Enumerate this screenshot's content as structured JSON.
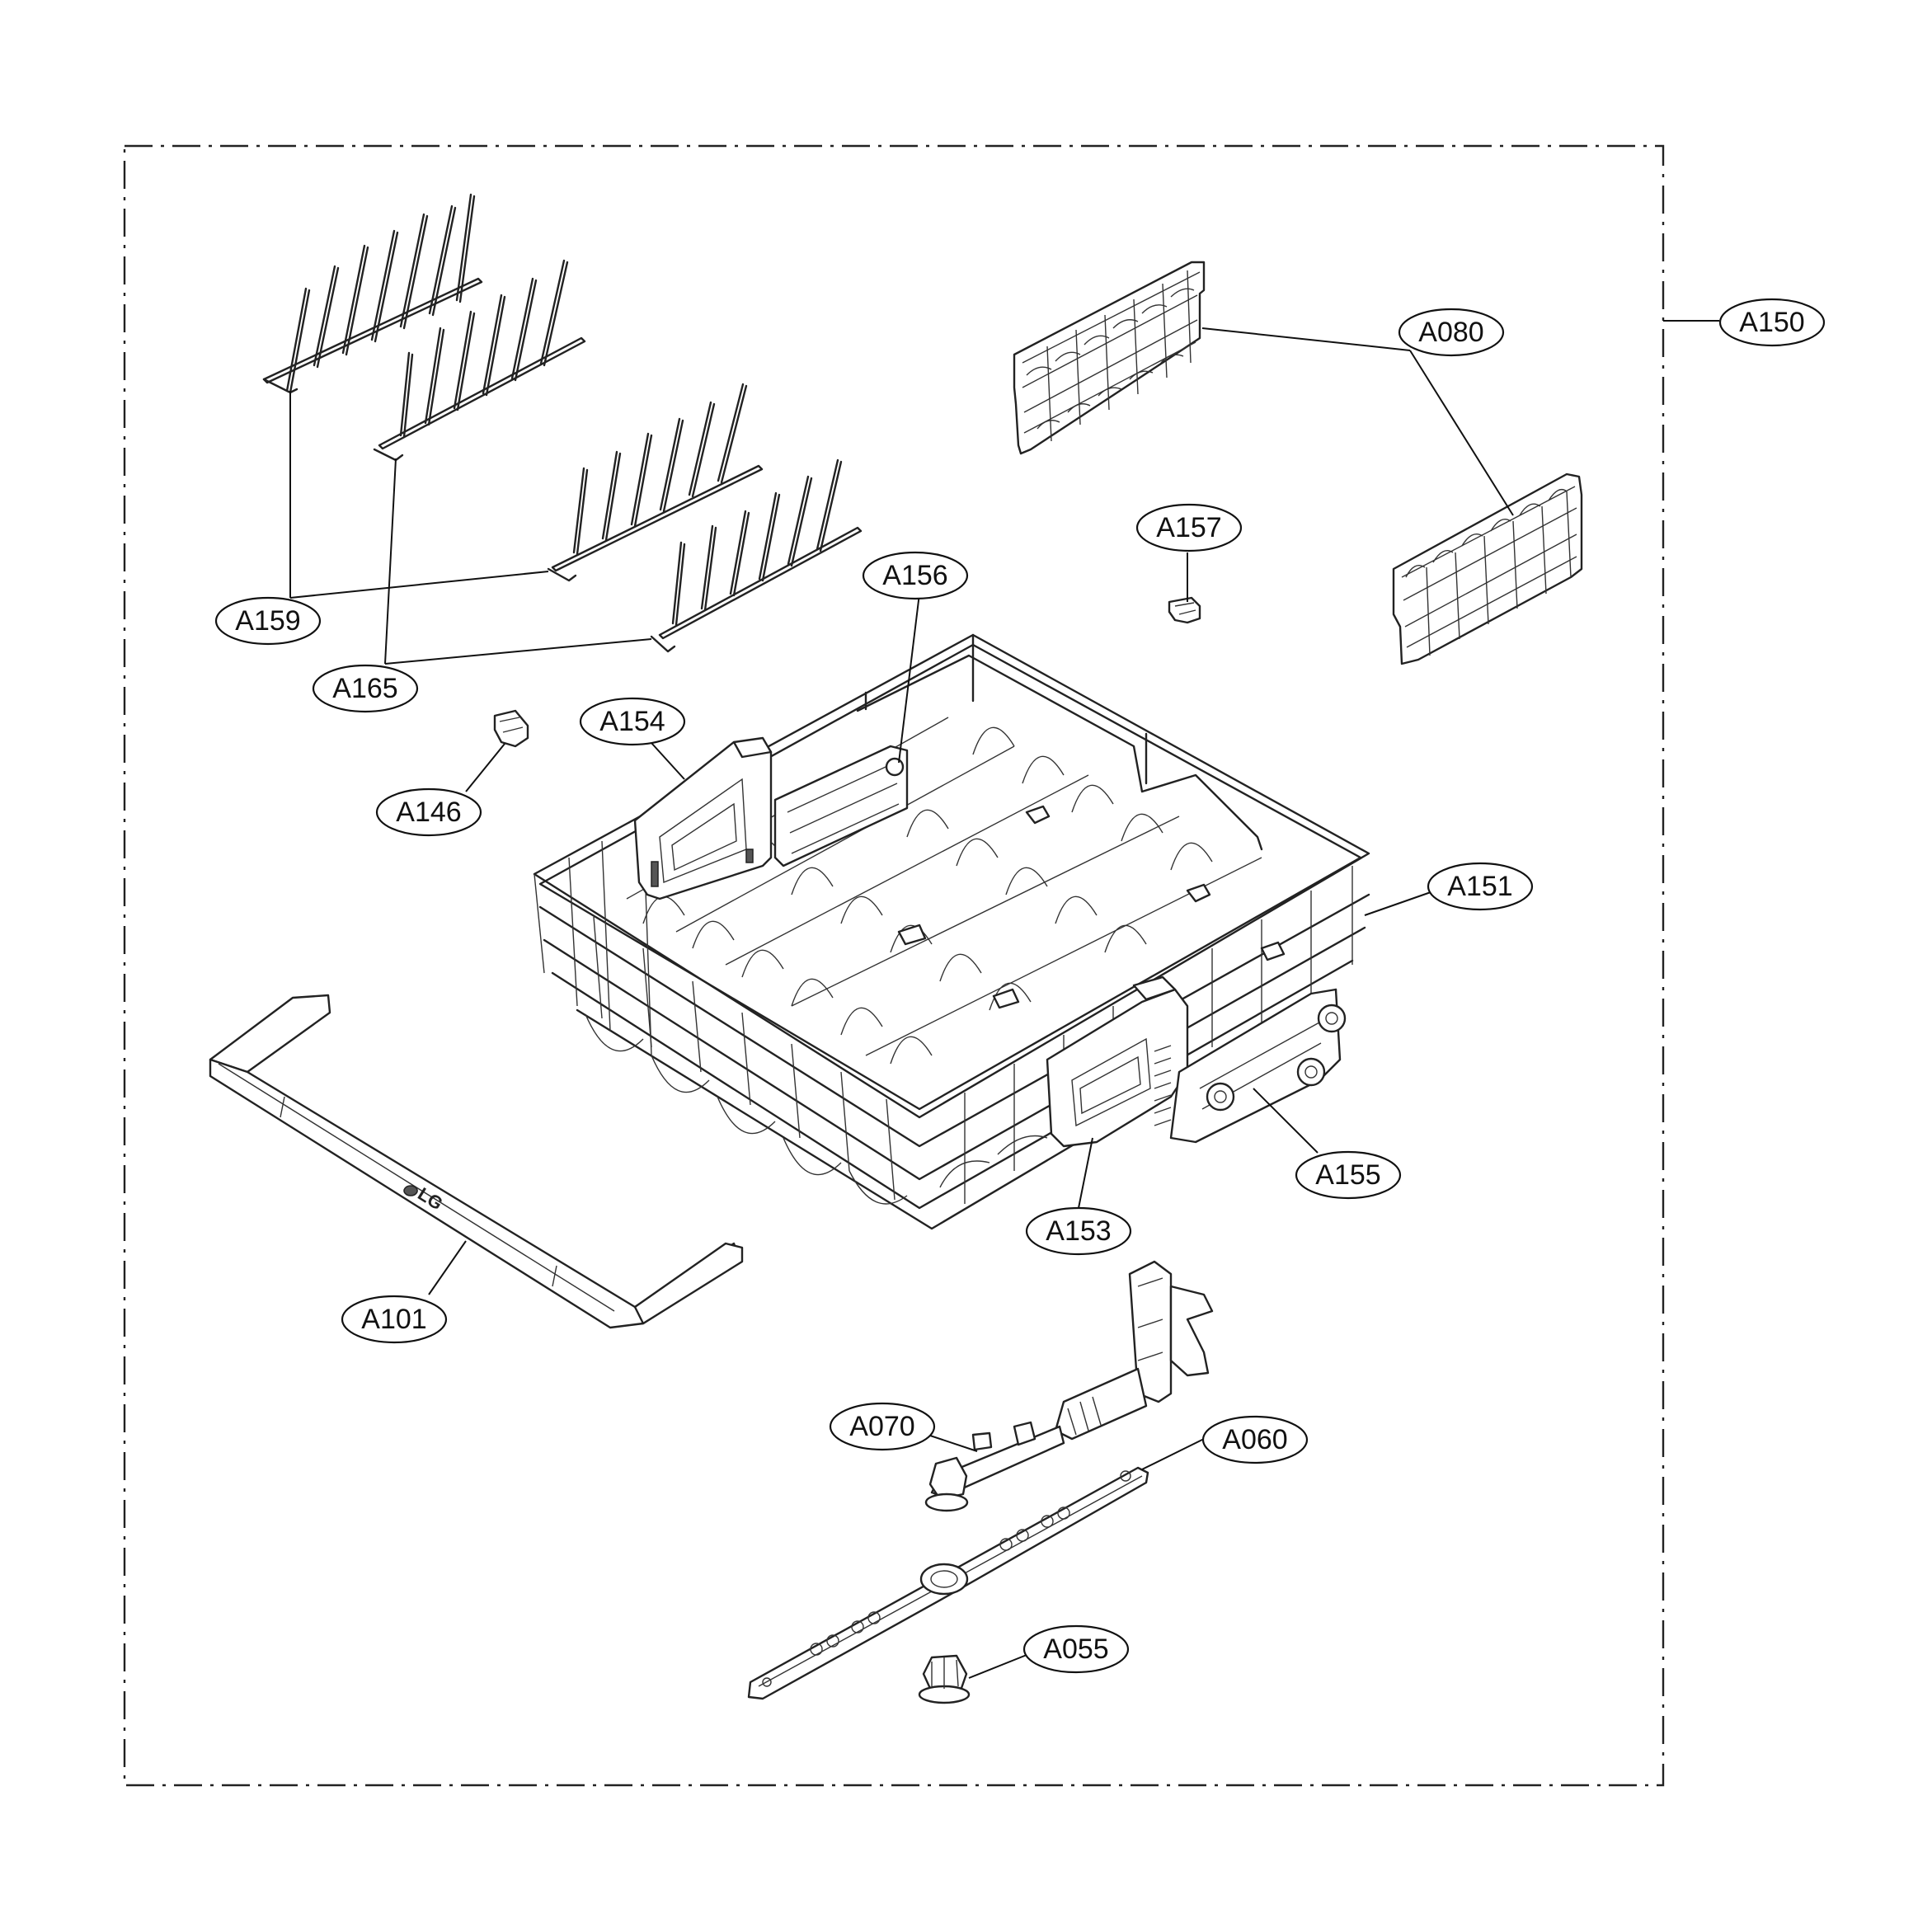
{
  "callouts": {
    "A150": "A150",
    "A080": "A080",
    "A157": "A157",
    "A159": "A159",
    "A165": "A165",
    "A156": "A156",
    "A154": "A154",
    "A146": "A146",
    "A151": "A151",
    "A155": "A155",
    "A153": "A153",
    "A101": "A101",
    "A070": "A070",
    "A060": "A060",
    "A055": "A055"
  },
  "logo": "LG",
  "colors": {
    "line": "#222222",
    "background": "#ffffff"
  }
}
